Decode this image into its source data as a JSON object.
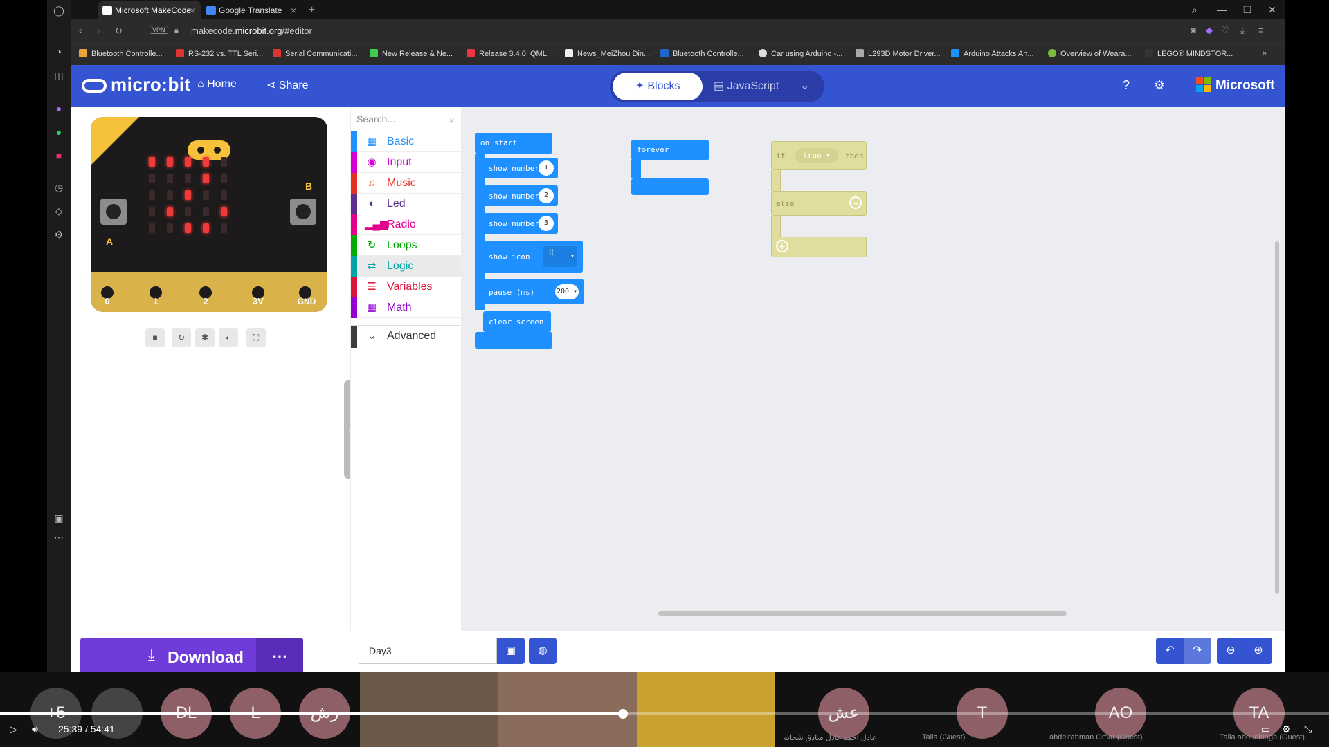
{
  "browser": {
    "tabs": [
      {
        "title": "Microsoft MakeCode for m",
        "active": true
      },
      {
        "title": "Google Translate",
        "active": false
      }
    ],
    "address": {
      "prefix": "makecode.",
      "domain": "microbit.org",
      "path": "/#editor"
    },
    "vpn_label": "VPN",
    "bookmarks": [
      "Bluetooth Controlle...",
      "RS-232 vs. TTL Seri...",
      "Serial Communicati...",
      "New Release & Ne...",
      "Release 3.4.0: QML...",
      "News_MeiZhou Din...",
      "Bluetooth Controlle...",
      "Car using Arduino -...",
      "L293D Motor Driver...",
      "Arduino Attacks An...",
      "Overview of Weara...",
      "LEGO® MINDSTOR..."
    ]
  },
  "header": {
    "logo": "micro:bit",
    "home": "Home",
    "share": "Share",
    "blocks": "Blocks",
    "javascript": "JavaScript",
    "microsoft": "Microsoft"
  },
  "simulator": {
    "pins": [
      "0",
      "1",
      "2",
      "3V",
      "GND"
    ],
    "button_a": "A",
    "button_b": "B"
  },
  "toolbox": {
    "search_placeholder": "Search...",
    "categories": [
      {
        "label": "Basic",
        "color": "#1e90ff",
        "icon": "grid-icon"
      },
      {
        "label": "Input",
        "color": "#d400d4",
        "icon": "target-icon"
      },
      {
        "label": "Music",
        "color": "#e63022",
        "icon": "headphones-icon"
      },
      {
        "label": "Led",
        "color": "#5c2d91",
        "icon": "toggle-icon"
      },
      {
        "label": "Radio",
        "color": "#e3008c",
        "icon": "signal-bars-icon"
      },
      {
        "label": "Loops",
        "color": "#00aa00",
        "icon": "refresh-icon"
      },
      {
        "label": "Logic",
        "color": "#00a4a6",
        "icon": "shuffle-icon"
      },
      {
        "label": "Variables",
        "color": "#dc143c",
        "icon": "list-icon"
      },
      {
        "label": "Math",
        "color": "#9400d3",
        "icon": "calculator-icon"
      }
    ],
    "advanced": "Advanced"
  },
  "workspace": {
    "on_start": {
      "title": "on start",
      "items": [
        {
          "label": "show number",
          "value": "1"
        },
        {
          "label": "show number",
          "value": "2"
        },
        {
          "label": "show number",
          "value": "3"
        },
        {
          "label": "show icon",
          "value": ""
        },
        {
          "label": "pause (ms)",
          "value": "200"
        },
        {
          "label": "clear screen",
          "value": ""
        }
      ]
    },
    "forever": {
      "title": "forever"
    },
    "if_block": {
      "if": "if",
      "cond": "true",
      "then": "then",
      "else": "else"
    }
  },
  "bottom": {
    "download": "Download",
    "project_name": "Day3"
  },
  "meeting": {
    "participants": [
      {
        "initials": "+5"
      },
      {
        "initials": ""
      },
      {
        "initials": "DL"
      },
      {
        "initials": "L"
      },
      {
        "initials": "رش"
      },
      {
        "initials": "عش",
        "name": "عادل احمد عادل صادق شحاته"
      },
      {
        "initials": "T",
        "name": "Talia (Guest)"
      },
      {
        "initials": "AO",
        "name": "abdelrahman Omar (Guest)"
      },
      {
        "initials": "TA",
        "name": "Talia abouelnaga (Guest)"
      }
    ],
    "time_current": "25:39",
    "time_sep": "/",
    "time_total": "54:41",
    "progress": 0.469
  },
  "colors": {
    "header": "#3454d1",
    "download": "#6f3bd9",
    "basic_block": "#1e90ff",
    "logic_block": "#e0de9e"
  }
}
